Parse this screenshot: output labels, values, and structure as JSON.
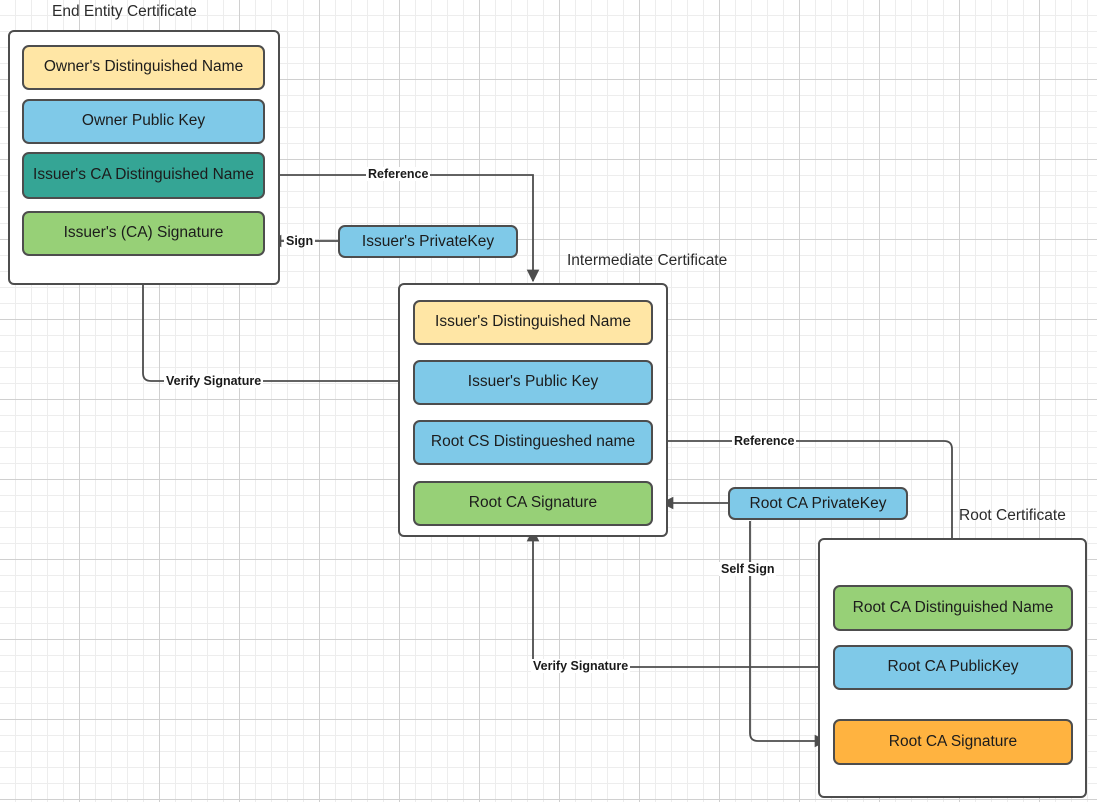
{
  "diagram": {
    "title_captions": {
      "end_entity": "End Entity Certificate",
      "intermediate": "Intermediate Certificate",
      "root": "Root Certificate"
    },
    "colors": {
      "yellow": "#ffe6a5",
      "blue": "#7fc9e8",
      "teal": "#35a595",
      "green": "#97d077",
      "orange": "#ffb340",
      "border": "#4d4d4d",
      "grid_minor": "#ededed",
      "grid_major": "#d0d0d0",
      "background": "#ffffff",
      "text": "#1c1c1c"
    },
    "end_entity_certificate": {
      "caption": "End Entity Certificate",
      "rows": [
        {
          "label": "Owner's Distinguished Name",
          "color": "#ffe6a5"
        },
        {
          "label": "Owner Public  Key",
          "color": "#7fc9e8"
        },
        {
          "label": "Issuer's CA Distinguished Name",
          "color": "#35a595"
        },
        {
          "label": "Issuer's (CA) Signature",
          "color": "#97d077"
        }
      ]
    },
    "intermediate_certificate": {
      "caption": "Intermediate Certificate",
      "rows": [
        {
          "label": "Issuer's Distinguished Name",
          "color": "#ffe6a5"
        },
        {
          "label": "Issuer's Public  Key",
          "color": "#7fc9e8"
        },
        {
          "label": "Root CS Distingueshed name",
          "color": "#7fc9e8"
        },
        {
          "label": "Root CA Signature",
          "color": "#97d077"
        }
      ]
    },
    "root_certificate": {
      "caption": "Root Certificate",
      "rows": [
        {
          "label": "Root CA Distinguished Name",
          "color": "#97d077"
        },
        {
          "label": "Root CA PublicKey",
          "color": "#7fc9e8"
        },
        {
          "label": "Root CA Signature",
          "color": "#ffb340"
        }
      ]
    },
    "keys": {
      "issuer_private_key": "Issuer's PrivateKey",
      "root_ca_private_key": "Root CA PrivateKey"
    },
    "edge_labels": {
      "reference_top": "Reference",
      "sign": "Sign",
      "verify_signature_top": "Verify Signature",
      "reference_bottom": "Reference",
      "self_sign": "Self Sign",
      "verify_signature_bottom": "Verify Signature"
    }
  }
}
